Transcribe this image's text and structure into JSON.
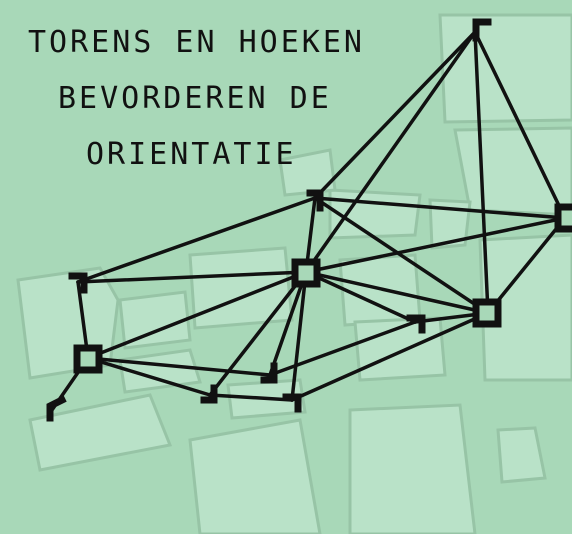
{
  "title": {
    "line1": "TORENS EN HOEKEN",
    "line2": "BEVORDEREN DE",
    "line3": "ORIENTATIE"
  },
  "colors": {
    "background": "#a8d8b8",
    "block_fill": "#b9e2c8",
    "block_stroke": "#97c4a6",
    "network": "#111111"
  },
  "nodes": [
    {
      "id": "top-right-corner",
      "kind": "corner"
    },
    {
      "id": "right-tower",
      "kind": "tower"
    },
    {
      "id": "upper-center-corner",
      "kind": "corner"
    },
    {
      "id": "central-tower",
      "kind": "tower"
    },
    {
      "id": "left-upper-corner",
      "kind": "corner"
    },
    {
      "id": "left-tower",
      "kind": "tower"
    },
    {
      "id": "lower-left-corner",
      "kind": "corner"
    },
    {
      "id": "middle-right-tower",
      "kind": "tower"
    },
    {
      "id": "center-right-corner",
      "kind": "corner"
    },
    {
      "id": "bottom-left-corner",
      "kind": "corner"
    },
    {
      "id": "bottom-center-corner",
      "kind": "corner"
    },
    {
      "id": "bottom-right-corner",
      "kind": "corner"
    }
  ]
}
